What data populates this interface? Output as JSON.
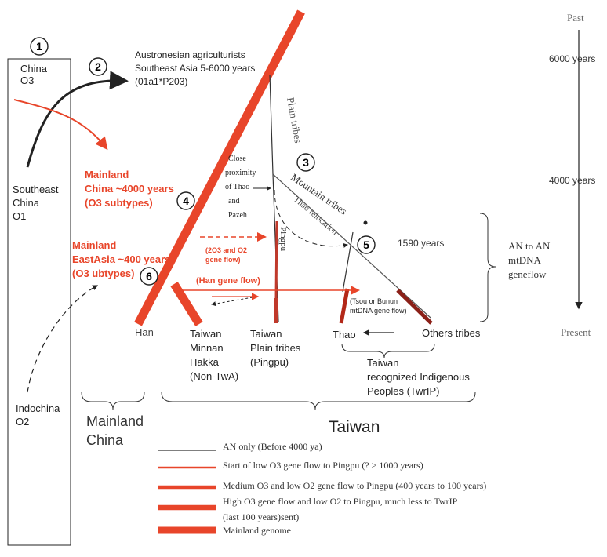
{
  "colors": {
    "red": "#e8452a",
    "dark_red": "#a8261a",
    "black": "#222222",
    "grey": "#666666"
  },
  "timeline": {
    "past": "Past",
    "present": "Present",
    "t6000": "6000 years",
    "t4000": "4000 years",
    "t1590": "1590 years"
  },
  "markers": [
    "1",
    "2",
    "3",
    "4",
    "5",
    "6"
  ],
  "left_box": {
    "china_o3": [
      "China",
      "O3"
    ],
    "se_china": [
      "Southeast",
      "China",
      "O1"
    ],
    "indochina": [
      "Indochina",
      "O2"
    ]
  },
  "austronesian": [
    "Austronesian agriculturists",
    "Southeast Asia 5-6000 years",
    "(01a1*P203)"
  ],
  "mainland_china": [
    "Mainland",
    "China ~4000 years",
    "(O3 subtypes)"
  ],
  "mainland_eastasia": [
    "Mainland",
    "EastAsia ~400 years",
    "(O3 ubtypes)"
  ],
  "branches": {
    "plain_tribes": "Plain tribes",
    "mountain_tribes": "Mountain tribes",
    "pingpu": "Pingpu",
    "thao_relocation": "Thao relocation"
  },
  "close_proximity": [
    "Close",
    "proximity",
    "of  Thao",
    "and",
    "Pazeh"
  ],
  "flows": {
    "o3_o2": [
      "(2O3 and  O2",
      "gene flow)"
    ],
    "han_flow": "(Han gene flow)",
    "tsou_bunun": [
      "(Tsou or Bunun",
      "mtDNA gene flow)"
    ]
  },
  "bottom_labels": {
    "han": "Han",
    "taiwan_minnan": [
      "Taiwan",
      "Minnan",
      "Hakka",
      "(Non-TwA)"
    ],
    "taiwan_plain": [
      "Taiwan",
      "Plain tribes",
      "(Pingpu)"
    ],
    "thao": "Thao",
    "others": "Others tribes",
    "twrlp": [
      "Taiwan",
      "recognized Indigenous",
      "Peoples (TwrIP)"
    ]
  },
  "an_to_an": [
    "AN to AN",
    "mtDNA",
    "geneflow"
  ],
  "group_labels": {
    "mainland_china": [
      "Mainland",
      "China"
    ],
    "taiwan": "Taiwan"
  },
  "legend": [
    "AN only (Before 4000 ya)",
    "Start of low O3 gene flow to Pingpu (? > 1000 years)",
    "Medium O3 and low O2 gene flow to Pingpu (400 years to 100 years)",
    "High O3 gene flow and low O2  to Pingpu, much less to TwrIP",
    "(last 100 years)sent)",
    "Mainland genome"
  ]
}
